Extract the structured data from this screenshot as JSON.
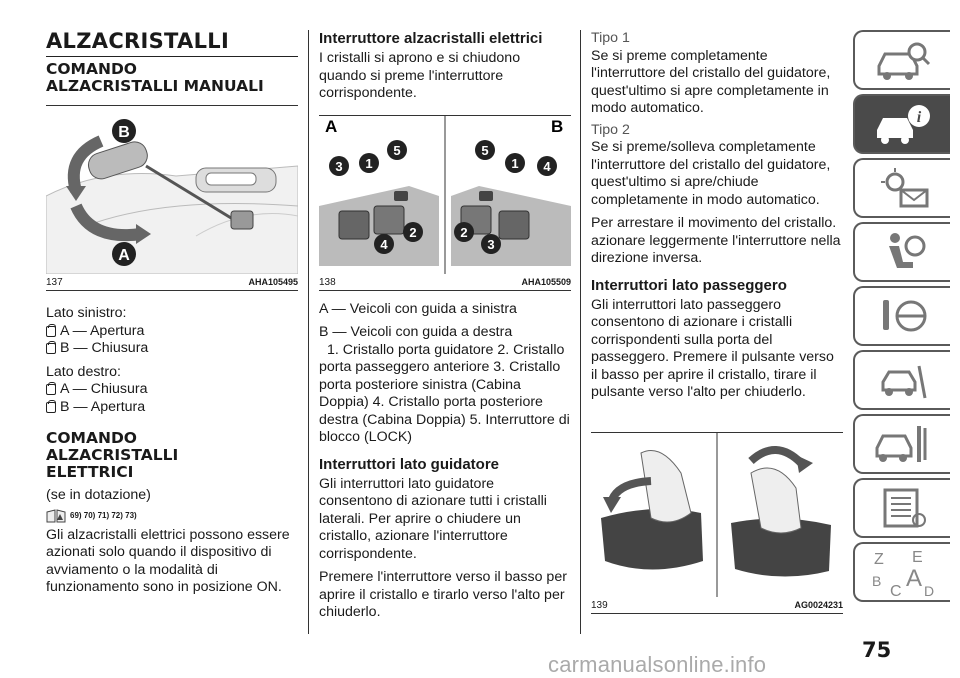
{
  "col1": {
    "title": "ALZACRISTALLI",
    "h_manual_l1": "COMANDO",
    "h_manual_l2": "ALZACRISTALLI MANUALI",
    "fig137": {
      "num": "137",
      "code": "AHA105495",
      "label_b": "B",
      "label_a": "A"
    },
    "left_side": "Lato sinistro:",
    "left_a": "A — Apertura",
    "left_b": "B — Chiusura",
    "right_side": "Lato destro:",
    "right_a": "A — Chiusura",
    "right_b": "B — Apertura",
    "h_elec_l1": "COMANDO",
    "h_elec_l2": "ALZACRISTALLI",
    "h_elec_l3": "ELETTRICI",
    "optional": "(se in dotazione)",
    "warn_refs": "69) 70) 71) 72) 73)",
    "elec_text": "Gli alzacristalli elettrici possono essere azionati solo quando il dispositivo di avviamento o la modalità di funzionamento sono in posizione ON."
  },
  "col2": {
    "h_switch": "Interruttore alzacristalli elettrici",
    "switch_text": "I cristalli si aprono e si chiudono quando si preme l'interruttore corrispondente.",
    "fig138": {
      "num": "138",
      "code": "AHA105509",
      "label_a": "A",
      "label_b": "B",
      "nums_left": [
        "3",
        "1",
        "5",
        "4",
        "2"
      ],
      "nums_right": [
        "5",
        "1",
        "4",
        "2",
        "3"
      ]
    },
    "legend_a": "A — Veicoli con guida a sinistra",
    "legend_b": "B — Veicoli con guida a destra",
    "legend_items": "1. Cristallo porta guidatore  2. Cristallo porta passeggero anteriore  3. Cristallo porta posteriore sinistra (Cabina Doppia)  4. Cristallo porta posteriore destra (Cabina Doppia)  5. Interruttore di blocco (LOCK)",
    "h_driver": "Interruttori lato guidatore",
    "driver_text1": "Gli interruttori lato guidatore consentono di azionare tutti i cristalli laterali. Per aprire o chiudere un cristallo, azionare l'interruttore corrispondente.",
    "driver_text2": "Premere l'interruttore verso il basso per aprire il cristallo e tirarlo verso l'alto per chiuderlo."
  },
  "col3": {
    "tipo1": "Tipo 1",
    "tipo1_text": "Se si preme completamente l'interruttore del cristallo del guidatore, quest'ultimo si apre completamente in modo automatico.",
    "tipo2": "Tipo 2",
    "tipo2_text": "Se si preme/solleva completamente l'interruttore del cristallo del guidatore, quest'ultimo si apre/chiude completamente in modo automatico.",
    "stop_text": "Per arrestare il movimento del cristallo. azionare leggermente l'interruttore nella direzione inversa.",
    "h_passenger": "Interruttori lato passeggero",
    "passenger_text": "Gli interruttori lato passeggero consentono di azionare i cristalli corrispondenti sulla porta del passeggero. Premere il pulsante verso il basso per aprire il cristallo, tirare il pulsante verso l'alto per chiuderlo.",
    "fig139": {
      "num": "139",
      "code": "AG0024231"
    }
  },
  "tabs": {
    "icons": [
      "car-search-icon",
      "car-info-icon",
      "warning-lights-icon",
      "airbag-seat-icon",
      "key-steering-icon",
      "car-road-icon",
      "car-tools-icon",
      "checklist-icon",
      "alphabet-index-icon"
    ],
    "active_index": 1,
    "letters": [
      "Z",
      "E",
      "B",
      "A",
      "C",
      "D"
    ]
  },
  "page_number": "75",
  "watermark": "carmanualsonline.info"
}
